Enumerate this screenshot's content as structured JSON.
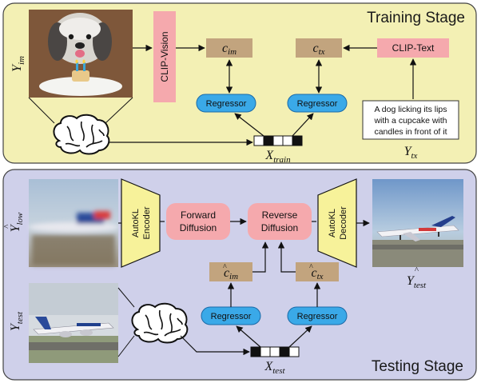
{
  "training": {
    "title": "Training Stage",
    "y_im": {
      "main": "Y",
      "sub": "im"
    },
    "clip_vision": "CLIP-Vision",
    "clip_text": "CLIP-Text",
    "c_im": {
      "main": "c",
      "sub": "im"
    },
    "c_tx": {
      "main": "c",
      "sub": "tx"
    },
    "regressor_left": "Regressor",
    "regressor_right": "Regressor",
    "caption": [
      "A dog licking its lips",
      "with a cupcake with",
      "candles in front of it"
    ],
    "y_tx": {
      "main": "Y",
      "sub": "tx"
    },
    "x_train": {
      "main": "X",
      "sub": "train"
    }
  },
  "testing": {
    "title": "Testing Stage",
    "y_low": {
      "hat": "^",
      "main": "Y",
      "sub": "low"
    },
    "y_test": {
      "main": "Y",
      "sub": "test"
    },
    "encoder": [
      "AutoKL",
      "Encoder"
    ],
    "decoder": [
      "AutoKL",
      "Decoder"
    ],
    "forward": [
      "Forward",
      "Diffusion"
    ],
    "reverse": [
      "Reverse",
      "Diffusion"
    ],
    "c_im_hat": {
      "hat": "^",
      "main": "c",
      "sub": "im"
    },
    "c_tx_hat": {
      "hat": "^",
      "main": "c",
      "sub": "tx"
    },
    "regressor_left": "Regressor",
    "regressor_right": "Regressor",
    "x_test": {
      "main": "X",
      "sub": "test"
    },
    "y_test_hat": {
      "hat": "^",
      "main": "Y",
      "sub": "test"
    }
  },
  "colors": {
    "training_bg": "#f3f0b4",
    "testing_bg": "#cfd0ea",
    "pink": "#f5a9ad",
    "brown": "#c2a47e",
    "blue": "#3aa9e8",
    "trapezoid": "#f7f29a"
  },
  "icons": [
    "dog-photo",
    "brain-icon",
    "airplane-photo"
  ]
}
